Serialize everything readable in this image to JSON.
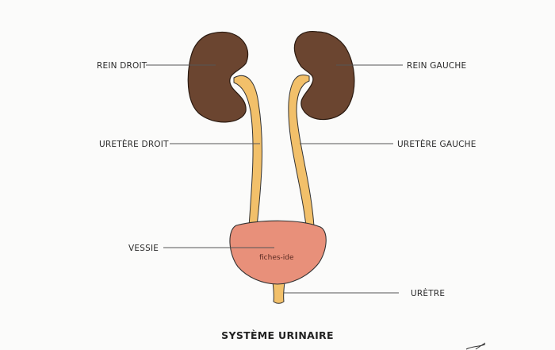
{
  "title": "SYSTÈME URINAIRE",
  "watermark": "fiches-ide",
  "labels": {
    "rein_droit": "REIN DROIT",
    "rein_gauche": "REIN GAUCHE",
    "uretere_droit": "URETÈRE DROIT",
    "uretere_gauche": "URETÈRE GAUCHE",
    "vessie": "VESSIE",
    "uretre": "URÈTRE"
  },
  "colors": {
    "kidney": "#6b4530",
    "ureter": "#f2c06a",
    "bladder": "#e8907a",
    "outline": "#333333"
  }
}
